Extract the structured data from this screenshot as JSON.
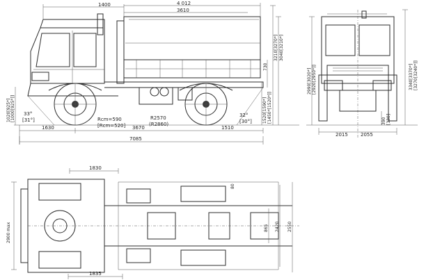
{
  "dimensions": {
    "side": {
      "d1400": "1400",
      "d4012": "4 012",
      "d3610": "3610",
      "d1630": "1630",
      "d3670": "3670",
      "d1510": "1510",
      "d7085": "7085",
      "d730": "730",
      "h1520": "1520[1590*]",
      "h1450": "[1450*[1520*]]",
      "h3210": "3210[3270*]",
      "h3040": "3040[3210*]",
      "h1020": "1020[925*]",
      "h1000": "[1000[925*]]",
      "ang33": "33°",
      "ang31": "[31°]",
      "ang32": "32°",
      "ang30": "[30°]",
      "rcm590": "Rcm=590",
      "rcm520": "[Rcm=520]",
      "r2570": "R2570",
      "r2860": "(R2860)"
    },
    "front": {
      "h2990": "2990[3020*]",
      "h2920": "[2920[2950*]]",
      "h3340": "3340[3370*]",
      "h3270": "[3270[3240*]]",
      "d2015": "2015",
      "d2055": "2055",
      "d390": "390",
      "d330": "[330]"
    },
    "top": {
      "d1830": "1830",
      "d1835": "1835",
      "d80": "80",
      "d2900": "2900 max",
      "d865": "865",
      "d2420": "2420",
      "d2550": "2550"
    }
  }
}
